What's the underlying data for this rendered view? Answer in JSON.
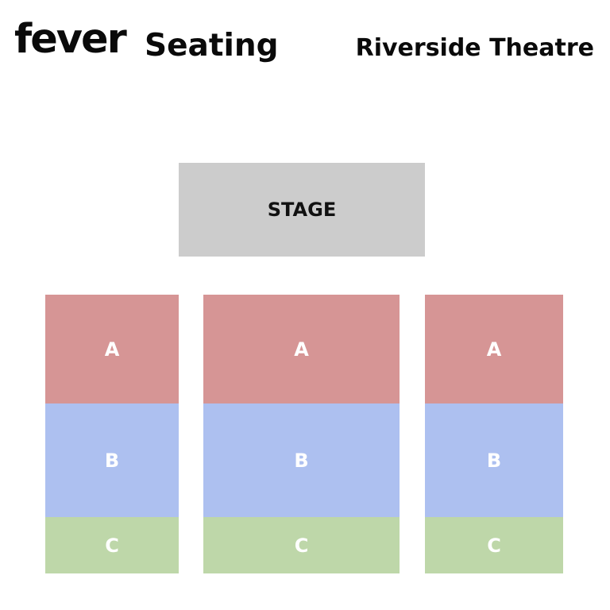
{
  "header": {
    "logo_text": "fever",
    "title": "Seating",
    "venue": "Riverside Theatre"
  },
  "stage": {
    "label": "STAGE",
    "color": "#cccccc"
  },
  "sections": {
    "left": {
      "a": "A",
      "b": "B",
      "c": "C"
    },
    "center": {
      "a": "A",
      "b": "B",
      "c": "C"
    },
    "right": {
      "a": "A",
      "b": "B",
      "c": "C"
    }
  },
  "colors": {
    "section_a": "#d69595",
    "section_b": "#adc0f0",
    "section_c": "#bed7a9",
    "text_dark": "#0a0a0a"
  }
}
